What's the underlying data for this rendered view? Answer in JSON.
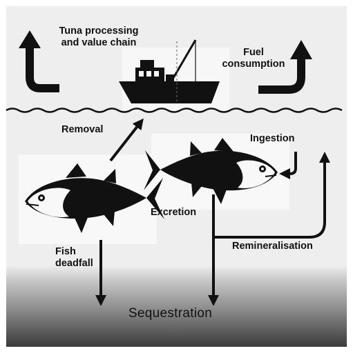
{
  "labels": {
    "tuna_processing": "Tuna processing\nand value chain",
    "fuel_consumption": "Fuel\nconsumption",
    "removal": "Removal",
    "ingestion": "Ingestion",
    "excretion": "Excretion",
    "fish_deadfall": "Fish\ndeadfall",
    "remineralisation": "Remineralisation",
    "sequestration": "Sequestration"
  },
  "colors": {
    "ink": "#111111",
    "panel": "#eeeeee",
    "seabed_dark": "#3a3a3a"
  },
  "icons": [
    "fishing-boat-icon",
    "tuna-fish-icon",
    "arrow-icon",
    "wave-line"
  ]
}
